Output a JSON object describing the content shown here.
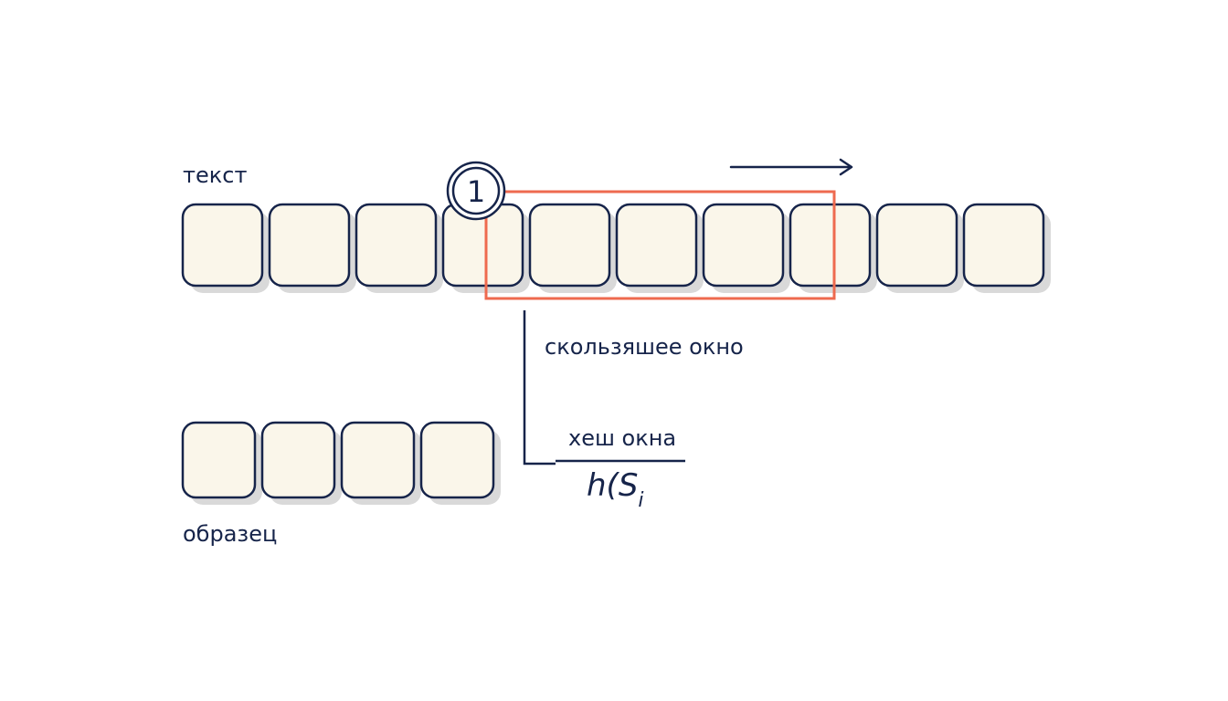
{
  "labels": {
    "text": "текст",
    "pattern": "образец",
    "sliding_window": "скользяшее окно",
    "window_hash": "хеш окна",
    "hash_func": "h(S",
    "hash_sub": "i"
  },
  "step_badge": "1",
  "text_cells": 10,
  "pattern_cells": 4,
  "window": {
    "start": 4,
    "length": 4
  },
  "colors": {
    "ink": "#16244a",
    "cell_fill": "#faf6ea",
    "cell_shadow": "#d9d9d9",
    "window": "#ee6a4f"
  }
}
